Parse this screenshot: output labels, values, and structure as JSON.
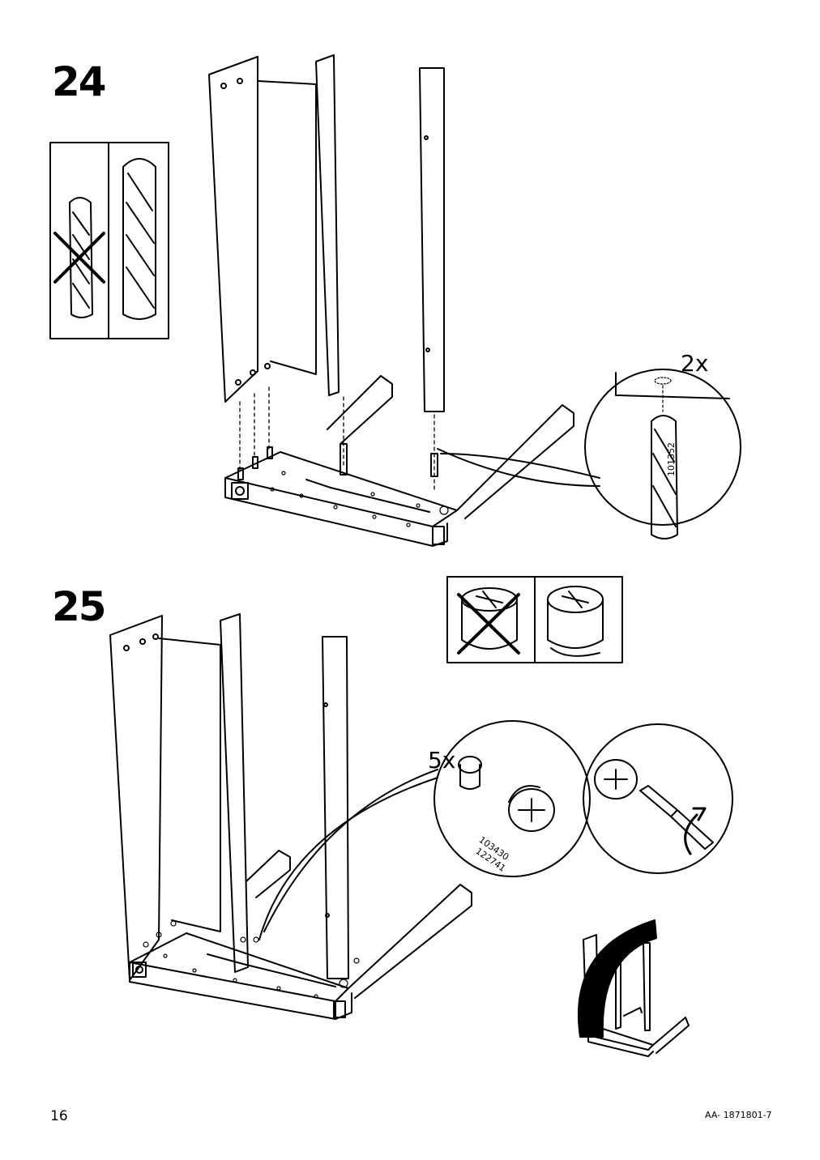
{
  "steps": [
    {
      "number": "24"
    },
    {
      "number": "25"
    }
  ],
  "step24_callout": {
    "quantity": "2x",
    "part_number": "101352"
  },
  "step25_callout": {
    "quantity": "5x",
    "part_numbers": [
      "103430",
      "122741"
    ]
  },
  "footer": {
    "page_number": "16",
    "doc_code": "AA- 1871801-7"
  },
  "icons": [
    "dowel-icon",
    "cam-lock-icon",
    "screwdriver-icon",
    "rotate-arrow-icon",
    "prohibited-cross-icon"
  ]
}
